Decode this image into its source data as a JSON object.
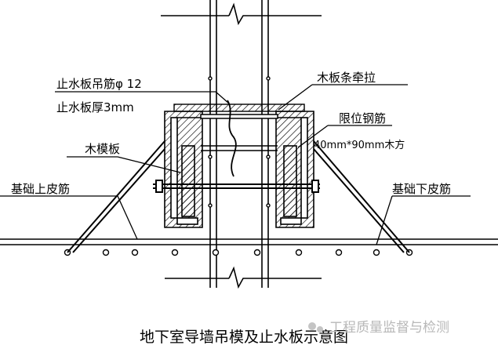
{
  "labels": {
    "water_stop_hanger": "止水板吊筋φ 12",
    "water_stop_thickness": "止水板厚3mm",
    "timber_tie": "木板条牵拉",
    "limit_rebar": "限位钢筋",
    "timber_size": "40mm*90mm木方",
    "wood_form": "木模板",
    "found_top_rebar": "基础上皮筋",
    "found_bottom_rebar": "基础下皮筋"
  },
  "title": "地下室导墙吊模及止水板示意图",
  "watermark": "工程质量监督与检测"
}
